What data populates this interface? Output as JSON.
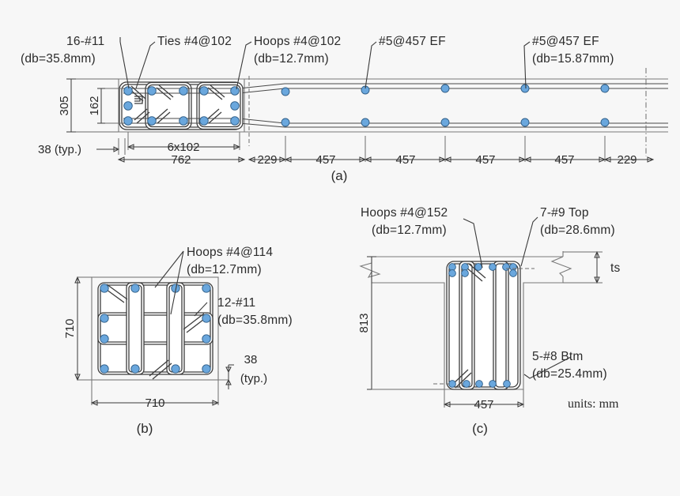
{
  "figure": {
    "units_note": "units: mm",
    "panels": [
      {
        "id": "a",
        "caption": "(a)"
      },
      {
        "id": "b",
        "caption": "(b)"
      },
      {
        "id": "c",
        "caption": "(c)"
      }
    ]
  },
  "panel_a": {
    "caption": "(a)",
    "annotations": [
      {
        "name": "main-bars",
        "line1": "16-#11",
        "line2": "(db=35.8mm)"
      },
      {
        "name": "ties",
        "line1": "Ties  #4@102",
        "line2": ""
      },
      {
        "name": "hoops",
        "line1": "Hoops  #4@102",
        "line2": "(db=12.7mm)"
      },
      {
        "name": "deck-bars-left",
        "line1": "#5@457 EF",
        "line2": ""
      },
      {
        "name": "deck-bars-right",
        "line1": "#5@457 EF",
        "line2": "(db=15.87mm)"
      }
    ],
    "dimensions": {
      "height_overall": "305",
      "height_inner": "162",
      "cover": "38  (typ.)",
      "tie_spacing": "6x102",
      "column_width": "762",
      "seg_1": "229",
      "seg_2": "457",
      "seg_3": "457",
      "seg_4": "457",
      "seg_5": "457",
      "seg_6": "229"
    }
  },
  "panel_b": {
    "caption": "(b)",
    "annotations": [
      {
        "name": "hoops",
        "line1": "Hoops  #4@114",
        "line2": "(db=12.7mm)"
      },
      {
        "name": "main-bars",
        "line1": "12-#11",
        "line2": "(db=35.8mm)"
      },
      {
        "name": "cover",
        "line1": "38",
        "line2": "(typ.)"
      }
    ],
    "dimensions": {
      "height": "710",
      "width": "710"
    }
  },
  "panel_c": {
    "caption": "(c)",
    "annotations": [
      {
        "name": "hoops",
        "line1": "Hoops  #4@152",
        "line2": "(db=12.7mm)"
      },
      {
        "name": "top-bars",
        "line1": "7-#9  Top",
        "line2": "(db=28.6mm)"
      },
      {
        "name": "bottom-bars",
        "line1": "5-#8  Btm",
        "line2": "(db=25.4mm)"
      },
      {
        "name": "slab-thickness",
        "line1": "ts",
        "line2": ""
      }
    ],
    "dimensions": {
      "height": "813",
      "width": "457"
    }
  },
  "colors": {
    "rebar_fill": "#6aa7dd",
    "rebar_stroke": "#2f5d86",
    "line": "#5a5a5a",
    "text": "#2b2b2b",
    "background": "#f7f7f7"
  }
}
